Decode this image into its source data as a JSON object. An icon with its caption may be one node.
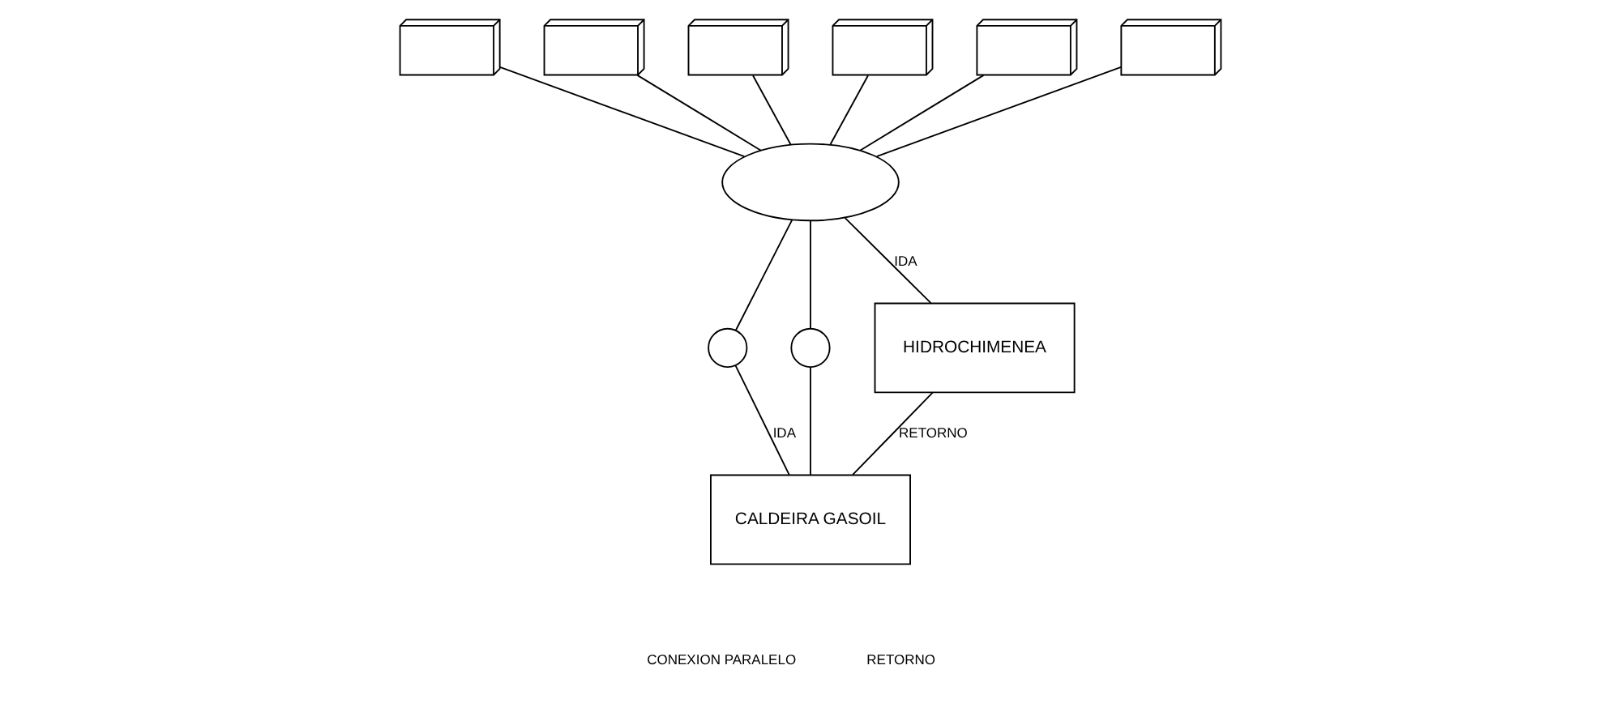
{
  "diagram": {
    "nodes": [
      {
        "text": [],
        "shape": "ellipse"
      },
      {
        "text": [],
        "shape": "picture"
      },
      {
        "text": [],
        "shape": "picture"
      },
      {
        "text": [],
        "shape": "picture"
      },
      {
        "text": [],
        "shape": "picture"
      },
      {
        "text": [],
        "shape": "picture"
      },
      {
        "text": [],
        "shape": "picture"
      },
      {
        "text": [],
        "shape": "circle"
      },
      {
        "text": [],
        "shape": "circle"
      },
      {
        "text": [
          "CALDEIRA GASOIL"
        ]
      },
      {
        "text": [
          "HIDROCHIMENEA"
        ]
      }
    ],
    "edges": [
      {
        "from": 1,
        "to": 0,
        "arrow": "none"
      },
      {
        "from": 2,
        "to": 0,
        "arrow": "none"
      },
      {
        "from": 3,
        "to": 0,
        "arrow": "none"
      },
      {
        "from": 4,
        "to": 0,
        "arrow": "none"
      },
      {
        "from": 5,
        "to": 0,
        "arrow": "none"
      },
      {
        "from": 6,
        "to": 0,
        "arrow": "none"
      },
      {
        "from": 0,
        "to": 7,
        "arrow": "none"
      },
      {
        "from": 0,
        "to": 8,
        "arrow": "none"
      },
      {
        "from": 7,
        "to": 9,
        "arrow": "none",
        "label": "IDA"
      },
      {
        "from": 8,
        "to": 9,
        "arrow": "none"
      },
      {
        "from": 0,
        "to": 10,
        "arrow": "none",
        "label": "IDA"
      },
      {
        "from": 10,
        "to": 9,
        "arrow": "none",
        "label": "RETORNO"
      }
    ],
    "labels": [
      "CONEXION PARALELO",
      "RETORNO"
    ]
  }
}
